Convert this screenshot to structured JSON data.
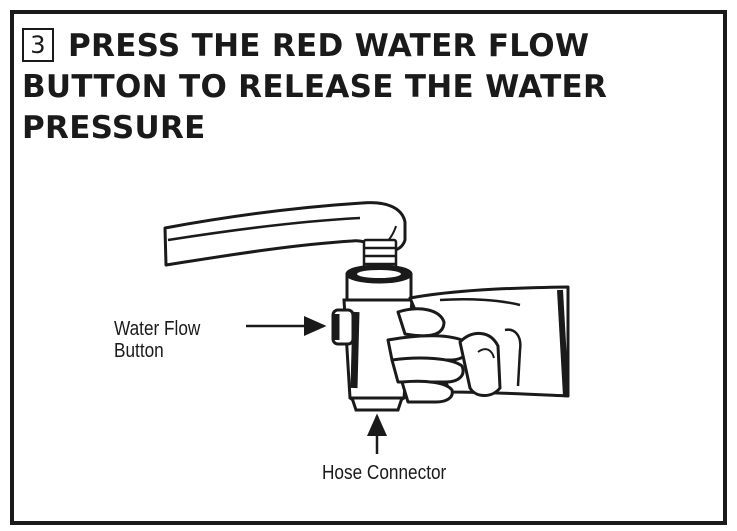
{
  "step": {
    "number": "3"
  },
  "heading": {
    "line1": "PRESS THE RED WATER FLOW",
    "line2": "BUTTON TO RELEASE THE WATER",
    "line3": "PRESSURE"
  },
  "callouts": {
    "water_flow_line1": "Water Flow",
    "water_flow_line2": "Button",
    "hose_connector": "Hose Connector"
  }
}
